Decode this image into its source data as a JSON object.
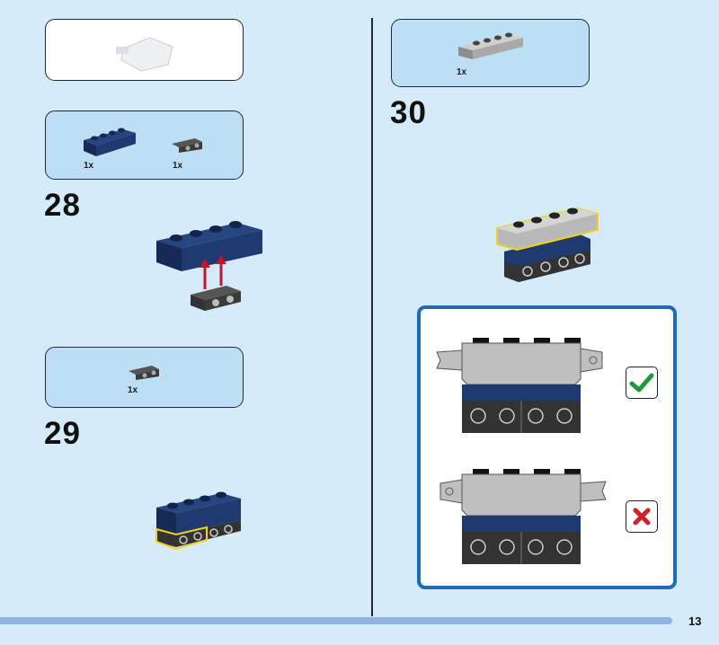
{
  "steps": [
    {
      "number": "28",
      "parts": [
        {
          "name": "dark-blue-brick-1x4",
          "qty": "1x"
        },
        {
          "name": "dark-grey-plate-studs-side",
          "qty": "1x"
        }
      ]
    },
    {
      "number": "29",
      "parts": [
        {
          "name": "dark-grey-plate-studs-side",
          "qty": "1x"
        }
      ]
    },
    {
      "number": "30",
      "parts": [
        {
          "name": "light-grey-hinge-brick",
          "qty": "1x"
        }
      ]
    }
  ],
  "callout": {
    "correct_icon": "check-icon",
    "wrong_icon": "cross-icon"
  },
  "colors": {
    "background": "#d5ebfa",
    "panel": "#bcdff6",
    "callout_border": "#1c6db3",
    "check": "#1f9a3a",
    "cross": "#d0202a",
    "dark_blue": "#1e3a6e"
  },
  "page_number": "13"
}
